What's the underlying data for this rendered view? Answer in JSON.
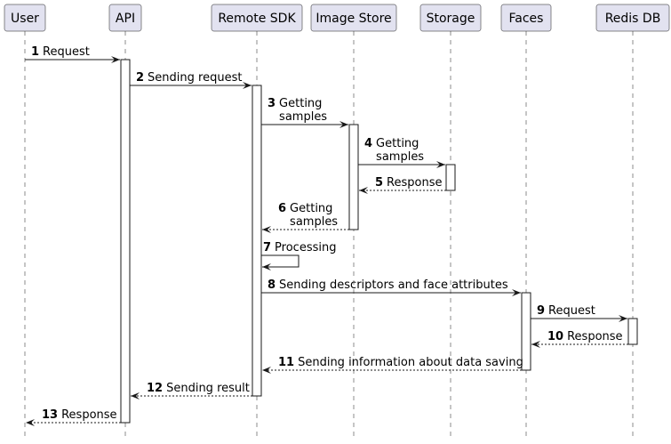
{
  "participants": [
    {
      "id": "user",
      "label": "User"
    },
    {
      "id": "api",
      "label": "API"
    },
    {
      "id": "remote_sdk",
      "label": "Remote SDK"
    },
    {
      "id": "image_store",
      "label": "Image Store"
    },
    {
      "id": "storage",
      "label": "Storage"
    },
    {
      "id": "faces",
      "label": "Faces"
    },
    {
      "id": "redis_db",
      "label": "Redis DB"
    }
  ],
  "messages": [
    {
      "num": "1",
      "from": "user",
      "to": "api",
      "text": [
        "Request"
      ],
      "style": "solid"
    },
    {
      "num": "2",
      "from": "api",
      "to": "remote_sdk",
      "text": [
        "Sending request"
      ],
      "style": "solid"
    },
    {
      "num": "3",
      "from": "remote_sdk",
      "to": "image_store",
      "text": [
        "Getting",
        "samples"
      ],
      "style": "solid"
    },
    {
      "num": "4",
      "from": "image_store",
      "to": "storage",
      "text": [
        "Getting",
        "samples"
      ],
      "style": "solid"
    },
    {
      "num": "5",
      "from": "storage",
      "to": "image_store",
      "text": [
        "Response"
      ],
      "style": "dashed"
    },
    {
      "num": "6",
      "from": "image_store",
      "to": "remote_sdk",
      "text": [
        "Getting",
        "samples"
      ],
      "style": "dashed"
    },
    {
      "num": "7",
      "from": "remote_sdk",
      "to": "remote_sdk",
      "text": [
        "Processing"
      ],
      "style": "solid"
    },
    {
      "num": "8",
      "from": "remote_sdk",
      "to": "faces",
      "text": [
        "Sending descriptors and face attributes"
      ],
      "style": "solid"
    },
    {
      "num": "9",
      "from": "faces",
      "to": "redis_db",
      "text": [
        "Request"
      ],
      "style": "solid"
    },
    {
      "num": "10",
      "from": "redis_db",
      "to": "faces",
      "text": [
        "Response"
      ],
      "style": "dashed"
    },
    {
      "num": "11",
      "from": "faces",
      "to": "remote_sdk",
      "text": [
        "Sending information about data saving"
      ],
      "style": "dashed"
    },
    {
      "num": "12",
      "from": "remote_sdk",
      "to": "api",
      "text": [
        "Sending result"
      ],
      "style": "dashed"
    },
    {
      "num": "13",
      "from": "api",
      "to": "user",
      "text": [
        "Response"
      ],
      "style": "dashed"
    }
  ],
  "colors": {
    "participant_fill": "#e2e2f0",
    "line": "#181818",
    "activation_fill": "#ffffff"
  }
}
